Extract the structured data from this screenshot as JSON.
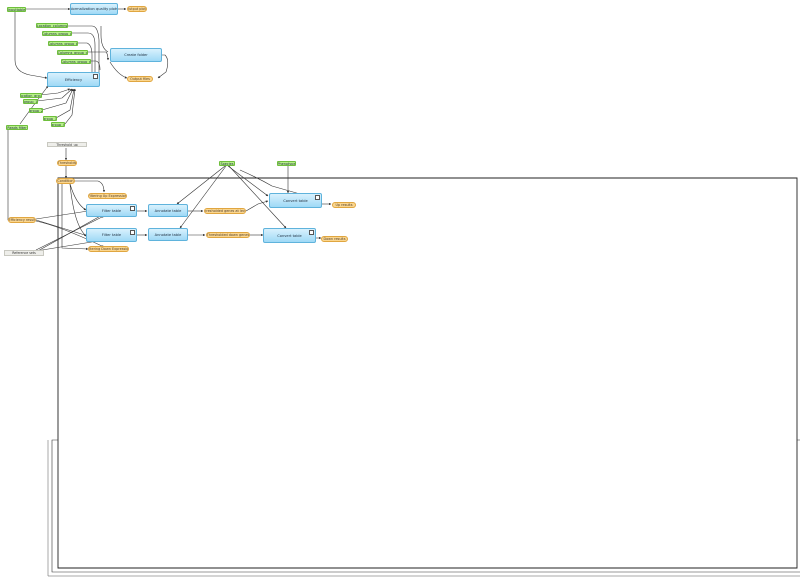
{
  "nodes": {
    "n_inputtable": "Inputtable",
    "n_normalization": "Normalization quality plots",
    "n_outputplots": "Output plots",
    "n_location_columns": "Location_columns",
    "n_columns_group_a": "Columns_group_a",
    "n_columns_group_b": "Columns_group_b",
    "n_create_folder": "Create folder",
    "n_columns_group_c": "Columns_group_c",
    "n_columns_group_d": "Columns_group_d",
    "n_output_files": "Output files",
    "n_efficiency": "Efficiency",
    "n_location_group": "Location_group",
    "n_group1": "group_1",
    "n_group2": "group_2",
    "n_group3": "group_3",
    "n_group4": "group_4",
    "n_reads_filter": "Reads filter",
    "n_threshold_param": "Threshold_up",
    "n_thresholds": "Thresholds",
    "n_condition": "Condition",
    "n_species": "Species",
    "n_phenotype": "Phenotype",
    "n_filtering_up": "Filtering Up Expression",
    "n_filter_table_1": "Filter table",
    "n_annotate_1": "Annotate table",
    "n_thresholded_up": "Thresholded genes at level",
    "n_convert_1": "Convert table",
    "n_up_results": "Up results",
    "n_efficiency_result": "Efficiency result",
    "n_filter_table_2": "Filter table",
    "n_annotate_2": "Annotate table",
    "n_thresholded_down": "Thresholded down genes",
    "n_convert_2": "Convert table",
    "n_down_results": "Down results",
    "n_reference_sets": "Reference sets",
    "n_filtering_down": "Filtering Down Expression"
  },
  "colors": {
    "input": "#b7f089",
    "output": "#fbd68e",
    "process": "#9fd9f6",
    "parameter": "#eeeeea",
    "edge": "#333333"
  }
}
